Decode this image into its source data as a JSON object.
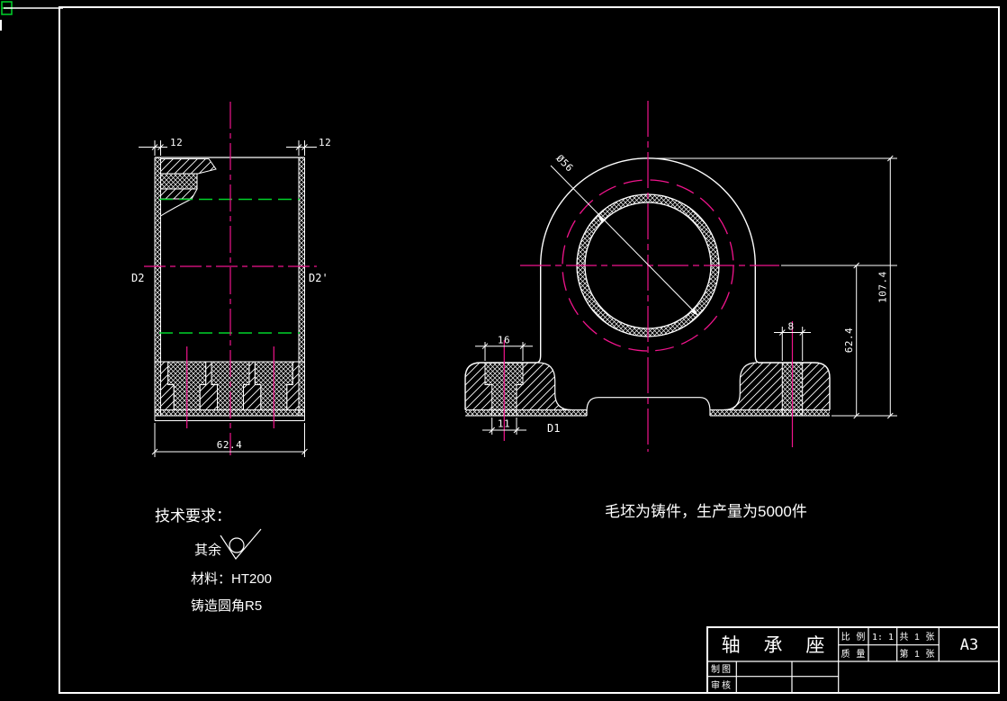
{
  "canvas": {
    "background": "#000000",
    "line_color": "#ffffff",
    "centerline_color": "#f0148c",
    "phantom_color": "#00d42a"
  },
  "left_view": {
    "dim_wall_left": "12",
    "dim_wall_right": "12",
    "dim_width": "62.4",
    "label_bore_left": "D2",
    "label_bore_right": "D2'"
  },
  "front_view": {
    "dim_counterbore": "16",
    "dim_base_hole": "11",
    "label_base_hole": "D1",
    "dim_stud_hole": "8",
    "dim_center_height": "62.4",
    "dim_total_height": "107.4",
    "dim_bore": "Ø56"
  },
  "notes": {
    "tech_title": "技术要求：",
    "surface_prefix": "其余",
    "material": "材料：HT200",
    "cast_fillet": "铸造圆角R5",
    "blank": "毛坯为铸件，生产量为5000件"
  },
  "title_block": {
    "part_name": "轴 承 座",
    "scale_label": "比 例",
    "scale_value": "1: 1",
    "total_sheets": "共 1 张",
    "mass_label": "质 量",
    "sheet_no": "第 1 张",
    "paper": "A3",
    "drawn_by": "制图",
    "checked_by": "审核"
  }
}
